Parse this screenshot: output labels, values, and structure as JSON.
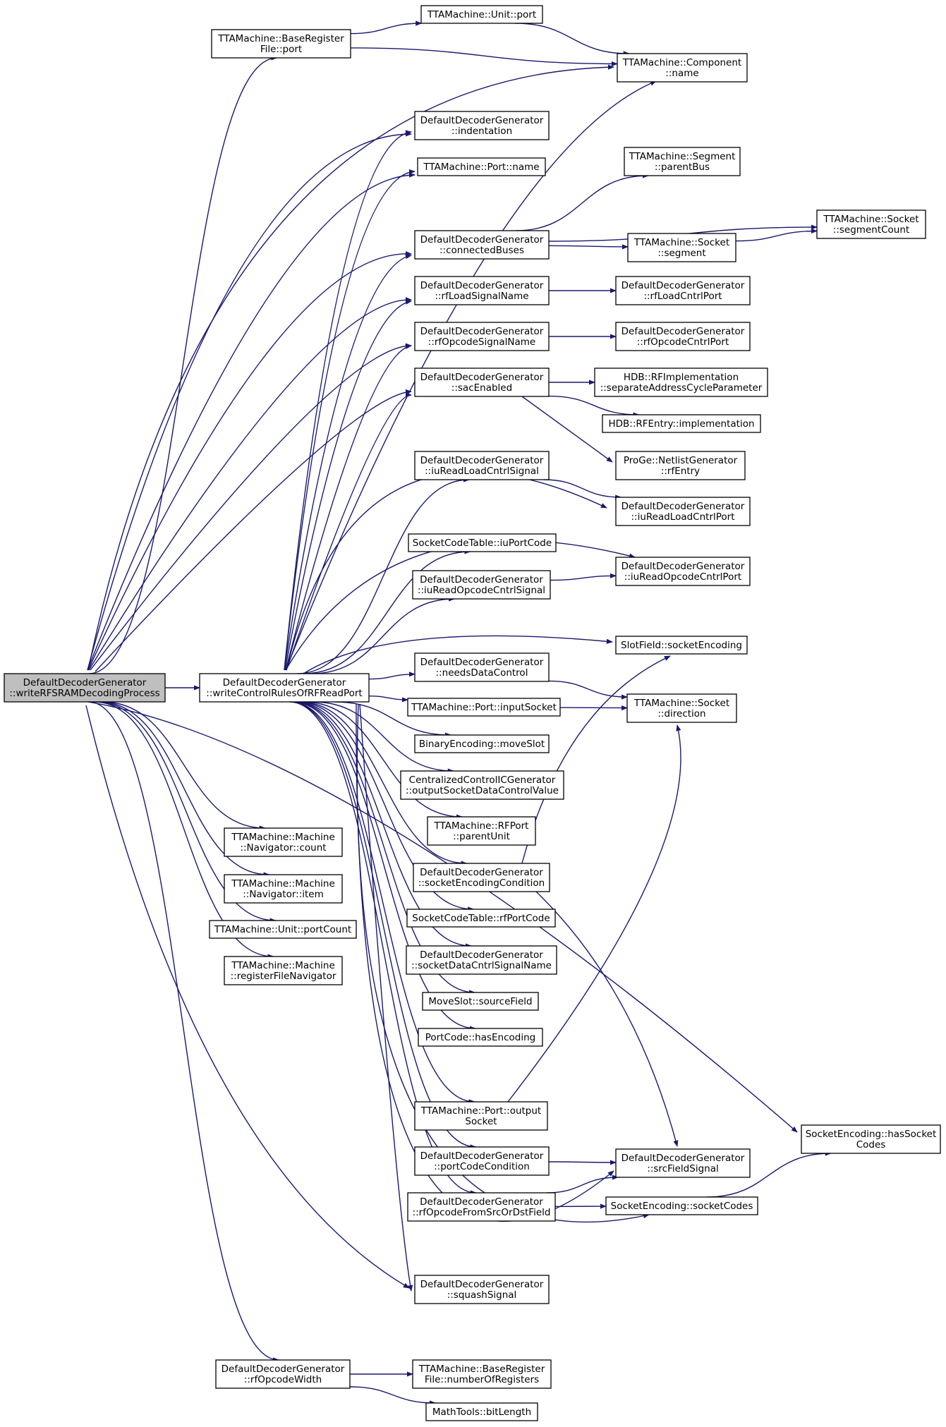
{
  "colors": {
    "edge": "#191970",
    "node_fill": "#ffffff",
    "node_border": "#000000",
    "highlighted_border": "#ff0000",
    "root_fill": "#bfbfbf"
  },
  "nodes": [
    {
      "id": "root",
      "lines": [
        "DefaultDecoderGenerator",
        "::writeRFSRAMDecodingProcess"
      ],
      "style": "root"
    },
    {
      "id": "brf_port",
      "lines": [
        "TTAMachine::BaseRegister",
        "File::port"
      ],
      "style": "normal"
    },
    {
      "id": "unit_port",
      "lines": [
        "TTAMachine::Unit::port"
      ],
      "style": "normal"
    },
    {
      "id": "comp_name",
      "lines": [
        "TTAMachine::Component",
        "::name"
      ],
      "style": "normal"
    },
    {
      "id": "indentation",
      "lines": [
        "DefaultDecoderGenerator",
        "::indentation"
      ],
      "style": "normal"
    },
    {
      "id": "port_name",
      "lines": [
        "TTAMachine::Port::name"
      ],
      "style": "normal"
    },
    {
      "id": "seg_parentbus",
      "lines": [
        "TTAMachine::Segment",
        "::parentBus"
      ],
      "style": "normal"
    },
    {
      "id": "connectedbuses",
      "lines": [
        "DefaultDecoderGenerator",
        "::connectedBuses"
      ],
      "style": "normal"
    },
    {
      "id": "sock_segment",
      "lines": [
        "TTAMachine::Socket",
        "::segment"
      ],
      "style": "normal"
    },
    {
      "id": "sock_segcount",
      "lines": [
        "TTAMachine::Socket",
        "::segmentCount"
      ],
      "style": "normal"
    },
    {
      "id": "rfloadsig",
      "lines": [
        "DefaultDecoderGenerator",
        "::rfLoadSignalName"
      ],
      "style": "normal"
    },
    {
      "id": "rfloadcntrl",
      "lines": [
        "DefaultDecoderGenerator",
        "::rfLoadCntrlPort"
      ],
      "style": "normal"
    },
    {
      "id": "rfopcsig",
      "lines": [
        "DefaultDecoderGenerator",
        "::rfOpcodeSignalName"
      ],
      "style": "normal"
    },
    {
      "id": "rfopccntrl",
      "lines": [
        "DefaultDecoderGenerator",
        "::rfOpcodeCntrlPort"
      ],
      "style": "normal"
    },
    {
      "id": "sacenabled",
      "lines": [
        "DefaultDecoderGenerator",
        "::sacEnabled"
      ],
      "style": "normal"
    },
    {
      "id": "hdb_rfimpl",
      "lines": [
        "HDB::RFImplementation",
        "::separateAddressCycleParameter"
      ],
      "style": "normal"
    },
    {
      "id": "hdb_rfentry",
      "lines": [
        "HDB::RFEntry::implementation"
      ],
      "style": "highlighted"
    },
    {
      "id": "proge_rfentry",
      "lines": [
        "ProGe::NetlistGenerator",
        "::rfEntry"
      ],
      "style": "normal"
    },
    {
      "id": "iureadloadsig",
      "lines": [
        "DefaultDecoderGenerator",
        "::iuReadLoadCntrlSignal"
      ],
      "style": "normal"
    },
    {
      "id": "iureadloadport",
      "lines": [
        "DefaultDecoderGenerator",
        "::iuReadLoadCntrlPort"
      ],
      "style": "normal"
    },
    {
      "id": "sct_iuportcode",
      "lines": [
        "SocketCodeTable::iuPortCode"
      ],
      "style": "highlighted"
    },
    {
      "id": "iureadopcsig",
      "lines": [
        "DefaultDecoderGenerator",
        "::iuReadOpcodeCntrlSignal"
      ],
      "style": "normal"
    },
    {
      "id": "iureadopcport",
      "lines": [
        "DefaultDecoderGenerator",
        "::iuReadOpcodeCntrlPort"
      ],
      "style": "normal"
    },
    {
      "id": "slotfield_enc",
      "lines": [
        "SlotField::socketEncoding"
      ],
      "style": "highlighted"
    },
    {
      "id": "writectrl",
      "lines": [
        "DefaultDecoderGenerator",
        "::writeControlRulesOfRFReadPort"
      ],
      "style": "normal"
    },
    {
      "id": "needsdata",
      "lines": [
        "DefaultDecoderGenerator",
        "::needsDataControl"
      ],
      "style": "highlighted"
    },
    {
      "id": "port_inputsock",
      "lines": [
        "TTAMachine::Port::inputSocket"
      ],
      "style": "normal"
    },
    {
      "id": "sock_direction",
      "lines": [
        "TTAMachine::Socket",
        "::direction"
      ],
      "style": "normal"
    },
    {
      "id": "binenc_moveslot",
      "lines": [
        "BinaryEncoding::moveSlot"
      ],
      "style": "highlighted"
    },
    {
      "id": "cicg_output",
      "lines": [
        "CentralizedControlICGenerator",
        "::outputSocketDataControlValue"
      ],
      "style": "normal"
    },
    {
      "id": "rfport_parent",
      "lines": [
        "TTAMachine::RFPort",
        "::parentUnit"
      ],
      "style": "highlighted"
    },
    {
      "id": "mach_nav_count",
      "lines": [
        "TTAMachine::Machine",
        "::Navigator::count"
      ],
      "style": "normal"
    },
    {
      "id": "sockenccond",
      "lines": [
        "DefaultDecoderGenerator",
        "::socketEncodingCondition"
      ],
      "style": "highlighted"
    },
    {
      "id": "mach_nav_item",
      "lines": [
        "TTAMachine::Machine",
        "::Navigator::item"
      ],
      "style": "normal"
    },
    {
      "id": "unit_portcount",
      "lines": [
        "TTAMachine::Unit::portCount"
      ],
      "style": "normal"
    },
    {
      "id": "sct_rfportcode",
      "lines": [
        "SocketCodeTable::rfPortCode"
      ],
      "style": "highlighted"
    },
    {
      "id": "mach_rfnav",
      "lines": [
        "TTAMachine::Machine",
        "::registerFileNavigator"
      ],
      "style": "normal"
    },
    {
      "id": "sockdatasig",
      "lines": [
        "DefaultDecoderGenerator",
        "::socketDataCntrlSignalName"
      ],
      "style": "highlighted"
    },
    {
      "id": "moveslot_src",
      "lines": [
        "MoveSlot::sourceField"
      ],
      "style": "highlighted"
    },
    {
      "id": "portcode_hasenc",
      "lines": [
        "PortCode::hasEncoding"
      ],
      "style": "normal"
    },
    {
      "id": "port_outsock",
      "lines": [
        "TTAMachine::Port::output",
        "Socket"
      ],
      "style": "normal"
    },
    {
      "id": "sockenc_has",
      "lines": [
        "SocketEncoding::hasSocket",
        "Codes"
      ],
      "style": "normal"
    },
    {
      "id": "portcodecond",
      "lines": [
        "DefaultDecoderGenerator",
        "::portCodeCondition"
      ],
      "style": "highlighted"
    },
    {
      "id": "srcfieldsig",
      "lines": [
        "DefaultDecoderGenerator",
        "::srcFieldSignal"
      ],
      "style": "normal"
    },
    {
      "id": "rfopcfromsrc",
      "lines": [
        "DefaultDecoderGenerator",
        "::rfOpcodeFromSrcOrDstField"
      ],
      "style": "highlighted"
    },
    {
      "id": "sockenc_codes",
      "lines": [
        "SocketEncoding::socketCodes"
      ],
      "style": "highlighted"
    },
    {
      "id": "squashsig",
      "lines": [
        "DefaultDecoderGenerator",
        "::squashSignal"
      ],
      "style": "normal"
    },
    {
      "id": "rfopcwidth",
      "lines": [
        "DefaultDecoderGenerator",
        "::rfOpcodeWidth"
      ],
      "style": "normal"
    },
    {
      "id": "brf_numregs",
      "lines": [
        "TTAMachine::BaseRegister",
        "File::numberOfRegisters"
      ],
      "style": "normal"
    },
    {
      "id": "bitlength",
      "lines": [
        "MathTools::bitLength"
      ],
      "style": "normal"
    }
  ],
  "edges": [
    [
      "root",
      "brf_port"
    ],
    [
      "brf_port",
      "unit_port"
    ],
    [
      "brf_port",
      "comp_name"
    ],
    [
      "unit_port",
      "comp_name"
    ],
    [
      "root",
      "comp_name"
    ],
    [
      "root",
      "indentation"
    ],
    [
      "root",
      "port_name"
    ],
    [
      "root",
      "connectedbuses"
    ],
    [
      "root",
      "rfloadsig"
    ],
    [
      "root",
      "rfopcsig"
    ],
    [
      "root",
      "sacenabled"
    ],
    [
      "root",
      "writectrl"
    ],
    [
      "root",
      "mach_nav_count"
    ],
    [
      "root",
      "mach_nav_item"
    ],
    [
      "root",
      "unit_portcount"
    ],
    [
      "root",
      "mach_rfnav"
    ],
    [
      "root",
      "rfopcwidth"
    ],
    [
      "root",
      "squashsig"
    ],
    [
      "root",
      "sockenc_has"
    ],
    [
      "connectedbuses",
      "seg_parentbus"
    ],
    [
      "connectedbuses",
      "sock_segment"
    ],
    [
      "connectedbuses",
      "sock_segcount"
    ],
    [
      "sock_segment",
      "sock_segcount"
    ],
    [
      "rfloadsig",
      "rfloadcntrl"
    ],
    [
      "rfopcsig",
      "rfopccntrl"
    ],
    [
      "sacenabled",
      "hdb_rfimpl"
    ],
    [
      "sacenabled",
      "hdb_rfentry"
    ],
    [
      "sacenabled",
      "proge_rfentry"
    ],
    [
      "iureadloadsig",
      "iureadloadport"
    ],
    [
      "iureadopcsig",
      "iureadopcport"
    ],
    [
      "writectrl",
      "comp_name"
    ],
    [
      "writectrl",
      "indentation"
    ],
    [
      "writectrl",
      "port_name"
    ],
    [
      "writectrl",
      "connectedbuses"
    ],
    [
      "writectrl",
      "rfloadsig"
    ],
    [
      "writectrl",
      "rfopcsig"
    ],
    [
      "writectrl",
      "sacenabled"
    ],
    [
      "writectrl",
      "iureadloadsig"
    ],
    [
      "writectrl",
      "iureadloadport"
    ],
    [
      "writectrl",
      "sct_iuportcode"
    ],
    [
      "writectrl",
      "iureadopcsig"
    ],
    [
      "writectrl",
      "iureadopcport"
    ],
    [
      "writectrl",
      "slotfield_enc"
    ],
    [
      "writectrl",
      "needsdata"
    ],
    [
      "writectrl",
      "port_inputsock"
    ],
    [
      "writectrl",
      "binenc_moveslot"
    ],
    [
      "writectrl",
      "cicg_output"
    ],
    [
      "writectrl",
      "rfport_parent"
    ],
    [
      "writectrl",
      "sockenccond"
    ],
    [
      "writectrl",
      "sct_rfportcode"
    ],
    [
      "writectrl",
      "sockdatasig"
    ],
    [
      "writectrl",
      "moveslot_src"
    ],
    [
      "writectrl",
      "portcode_hasenc"
    ],
    [
      "writectrl",
      "port_outsock"
    ],
    [
      "writectrl",
      "portcodecond"
    ],
    [
      "writectrl",
      "rfopcfromsrc"
    ],
    [
      "writectrl",
      "sockenc_codes"
    ],
    [
      "writectrl",
      "squashsig"
    ],
    [
      "writectrl",
      "srcfieldsig"
    ],
    [
      "needsdata",
      "sock_direction"
    ],
    [
      "port_inputsock",
      "sock_direction"
    ],
    [
      "port_outsock",
      "sock_direction"
    ],
    [
      "sockenccond",
      "slotfield_enc"
    ],
    [
      "sockenccond",
      "srcfieldsig"
    ],
    [
      "portcodecond",
      "srcfieldsig"
    ],
    [
      "rfopcfromsrc",
      "srcfieldsig"
    ],
    [
      "rfopcfromsrc",
      "sockenc_codes"
    ],
    [
      "sockenc_codes",
      "sockenc_has"
    ],
    [
      "rfopcwidth",
      "brf_numregs"
    ],
    [
      "rfopcwidth",
      "bitlength"
    ]
  ]
}
